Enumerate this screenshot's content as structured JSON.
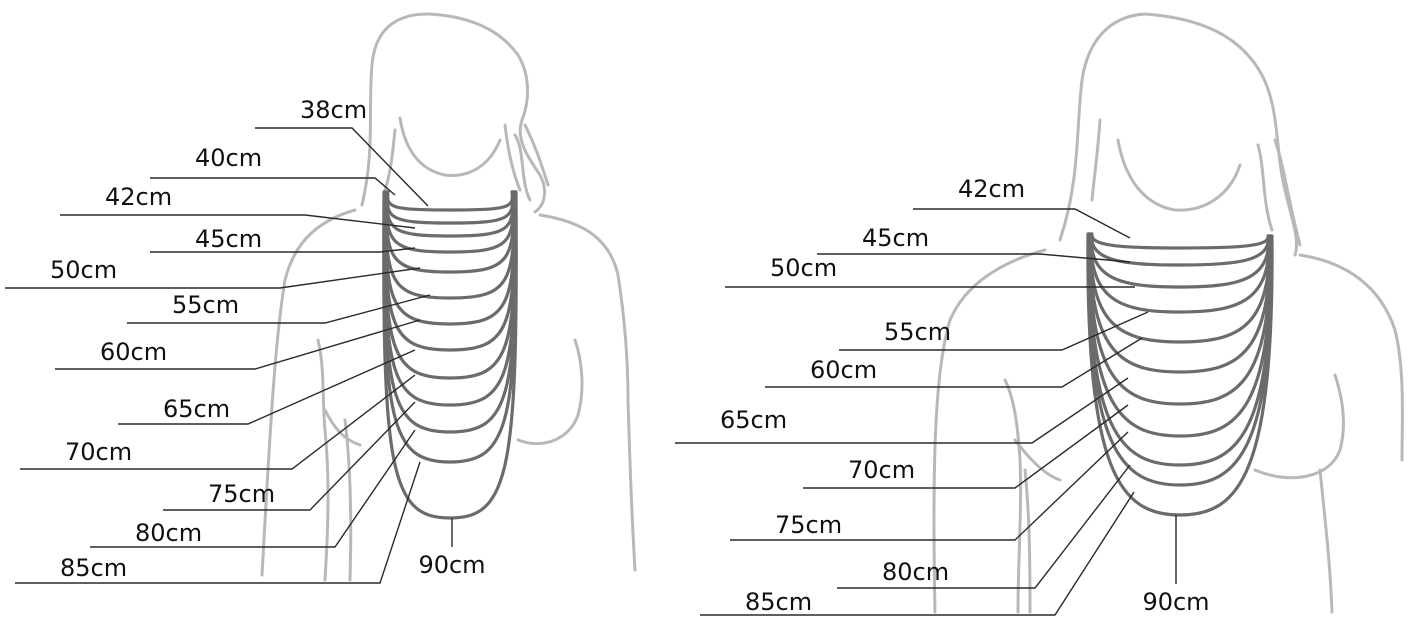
{
  "figures": [
    {
      "name": "left",
      "labels": [
        "38cm",
        "40cm",
        "42cm",
        "45cm",
        "50cm",
        "55cm",
        "60cm",
        "65cm",
        "70cm",
        "75cm",
        "80cm",
        "85cm",
        "90cm"
      ]
    },
    {
      "name": "right",
      "labels": [
        "42cm",
        "45cm",
        "50cm",
        "55cm",
        "60cm",
        "65cm",
        "70cm",
        "75cm",
        "80cm",
        "85cm",
        "90cm"
      ]
    }
  ],
  "colors": {
    "body_outline": "#b8b8b8",
    "necklace": "#6b6b6b",
    "leader": "#2a2a2a",
    "text": "#111111"
  }
}
